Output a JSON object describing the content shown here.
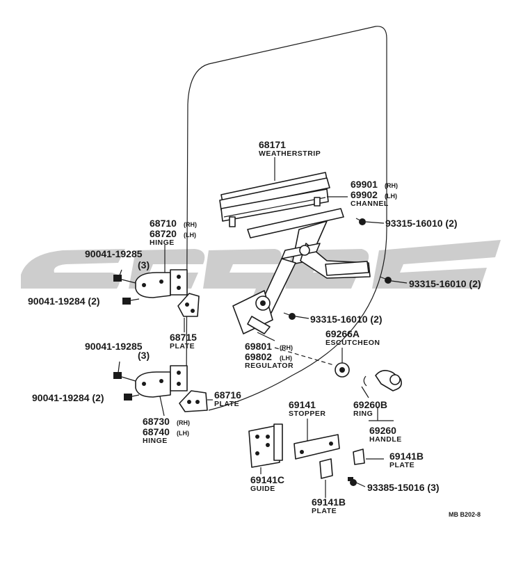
{
  "watermark": {
    "color": "#c8c8c8"
  },
  "colors": {
    "ink": "#1a1a1a",
    "background": "#ffffff"
  },
  "labels": {
    "weatherstrip": {
      "pn": "68171",
      "name": "WEATHERSTRIP"
    },
    "channel": {
      "pn_rh": "69901",
      "suf_rh": "(RH)",
      "pn_lh": "69902",
      "suf_lh": "(LH)",
      "name": "CHANNEL"
    },
    "bolt_top": {
      "pn": "93315-16010 (2)"
    },
    "bolt_mid": {
      "pn": "93315-16010 (2)"
    },
    "bolt_reg": {
      "pn": "93315-16010 (2)"
    },
    "hinge_upper": {
      "pn_rh": "68710",
      "suf_rh": "(RH)",
      "pn_lh": "68720",
      "suf_lh": "(LH)",
      "name": "HINGE"
    },
    "bolt_9285_a": {
      "pn": "90041-19285",
      "qty": "(3)"
    },
    "bolt_9284_a": {
      "pn": "90041-19284 (2)"
    },
    "plate_68715": {
      "pn": "68715",
      "name": "PLATE"
    },
    "regulator": {
      "pn_rh": "69801",
      "suf_rh": "(RH)",
      "pn_lh": "69802",
      "suf_lh": "(LH)",
      "name": "REGULATOR"
    },
    "escutcheon": {
      "pn": "69266A",
      "name": "ESCUTCHEON"
    },
    "bolt_9285_b": {
      "pn": "90041-19285",
      "qty": "(3)"
    },
    "bolt_9284_b": {
      "pn": "90041-19284 (2)"
    },
    "plate_68716": {
      "pn": "68716",
      "name": "PLATE"
    },
    "hinge_lower": {
      "pn_rh": "68730",
      "suf_rh": "(RH)",
      "pn_lh": "68740",
      "suf_lh": "(LH)",
      "name": "HINGE"
    },
    "ring": {
      "pn": "69260B",
      "name": "RING"
    },
    "handle": {
      "pn": "69260",
      "name": "HANDLE"
    },
    "stopper": {
      "pn": "69141",
      "name": "STOPPER"
    },
    "plate_69141b_right": {
      "pn": "69141B",
      "name": "PLATE"
    },
    "bolt_93385": {
      "pn": "93385-15016 (3)"
    },
    "guide": {
      "pn": "69141C",
      "name": "GUIDE"
    },
    "plate_69141b_bottom": {
      "pn": "69141B",
      "name": "PLATE"
    }
  },
  "figure_code": "MB B202-8"
}
